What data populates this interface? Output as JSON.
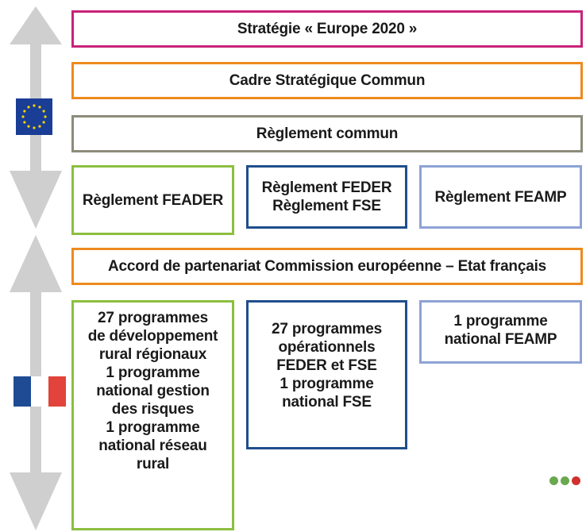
{
  "colors": {
    "magenta": "#c8237a",
    "orange": "#ee8a1e",
    "olive": "#8c8c7a",
    "green": "#8cbf3f",
    "navy": "#1f4e8c",
    "periwinkle": "#8ea2d6",
    "arrow": "#cfcfcf",
    "eu_blue": "#1a3d96",
    "eu_star": "#f4d400",
    "fr_blue": "#1f4b95",
    "fr_white": "#ffffff",
    "fr_red": "#e2433a",
    "dot_green": "#6aa84f",
    "dot_red": "#d0312d"
  },
  "eu_level": {
    "strategy": "Stratégie « Europe 2020 »",
    "framework": "Cadre Stratégique Commun",
    "common_rule": "Règlement commun",
    "rules": {
      "feader": [
        "Règlement FEADER"
      ],
      "feder_fse": [
        "Règlement FEDER",
        "Règlement FSE"
      ],
      "feamp": [
        "Règlement FEAMP"
      ]
    }
  },
  "national_level": {
    "agreement": "Accord de partenariat Commission européenne – Etat français",
    "programmes": {
      "feader": [
        "27 programmes",
        "de développement",
        "rural régionaux",
        "1 programme",
        "national gestion",
        "des risques",
        "1 programme",
        "national réseau",
        "rural"
      ],
      "feder_fse": [
        "27 programmes",
        "opérationnels",
        "FEDER et FSE",
        "1 programme",
        "national FSE"
      ],
      "feamp": [
        "1 programme",
        "national FEAMP"
      ]
    }
  },
  "icons": {
    "eu_flag": "eu-flag-icon",
    "fr_flag": "french-flag-icon",
    "arrows": "double-headed-arrow-icon",
    "dots": "three-dots-icon"
  }
}
